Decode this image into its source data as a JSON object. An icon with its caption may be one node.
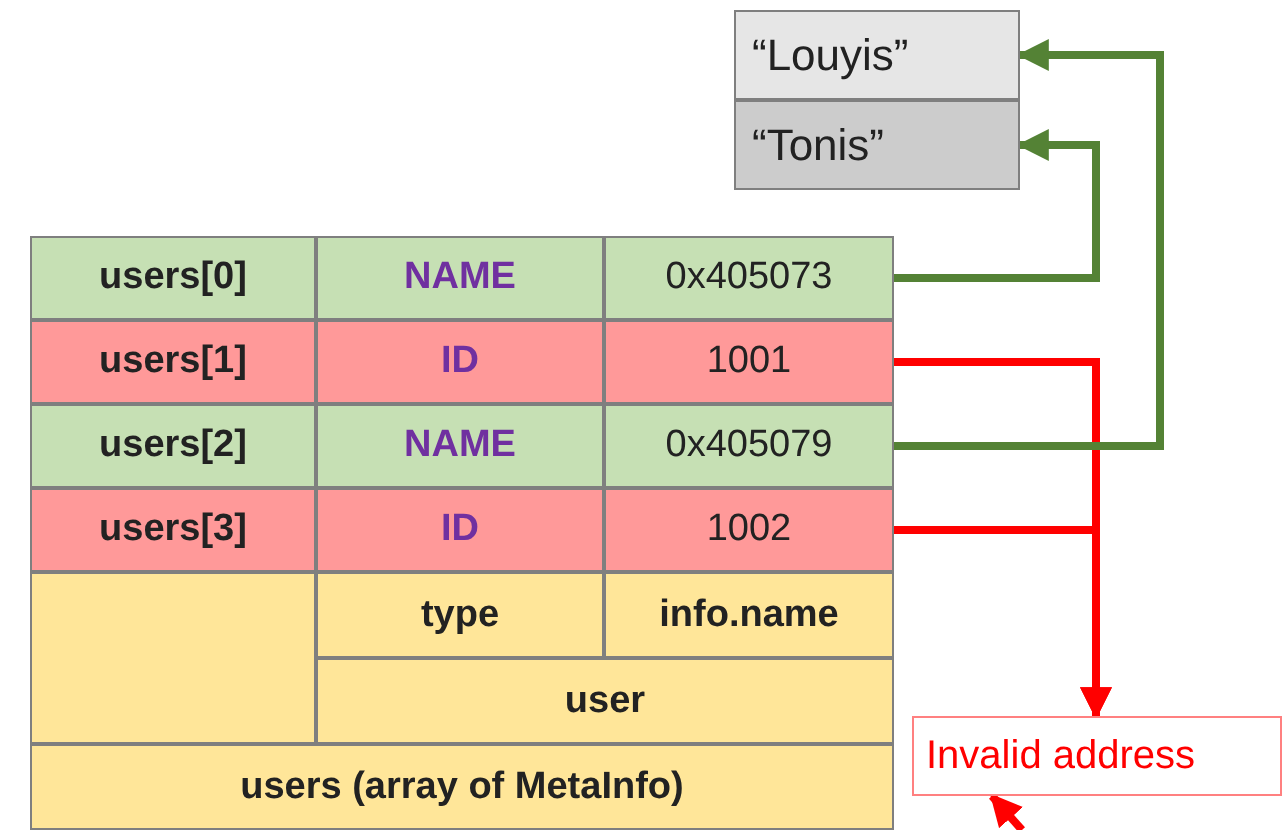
{
  "diagram": {
    "nodes": [
      {
        "text": [
          "“Louyis”"
        ]
      },
      {
        "text": [
          "“Tonis”"
        ]
      },
      {
        "text": [
          "users[0]"
        ]
      },
      {
        "text": [
          "NAME"
        ]
      },
      {
        "text": [
          "0x405073"
        ]
      },
      {
        "text": [
          "users[1]"
        ]
      },
      {
        "text": [
          "ID"
        ]
      },
      {
        "text": [
          "1001"
        ]
      },
      {
        "text": [
          "users[2]"
        ]
      },
      {
        "text": [
          "NAME"
        ]
      },
      {
        "text": [
          "0x405079"
        ]
      },
      {
        "text": [
          "users[3]"
        ]
      },
      {
        "text": [
          "ID"
        ]
      },
      {
        "text": [
          "1002"
        ]
      },
      {
        "text": [],
        "shape": "box"
      },
      {
        "text": [
          "type"
        ]
      },
      {
        "text": [
          "info.name"
        ]
      },
      {
        "text": [
          "user"
        ]
      },
      {
        "text": [
          "users (array of MetaInfo)"
        ]
      },
      {
        "text": [
          "Invalid address"
        ]
      }
    ],
    "edges": [
      {
        "from": 4,
        "to": 1,
        "arrow": "to",
        "color": "#548235"
      },
      {
        "from": 7,
        "to": 19,
        "arrow": "to",
        "color": "#ff0000"
      },
      {
        "from": 10,
        "to": 0,
        "arrow": "to",
        "color": "#548235"
      },
      {
        "from": 13,
        "to": 19,
        "arrow": "to",
        "color": "#ff0000"
      },
      {
        "from": null,
        "to": 19,
        "arrow": "to",
        "color": "#ff0000"
      }
    ]
  }
}
